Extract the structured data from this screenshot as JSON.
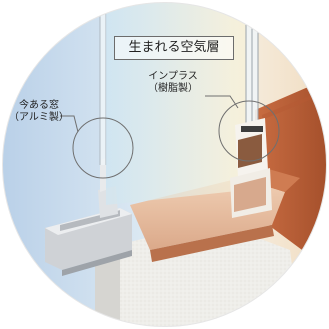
{
  "labels": {
    "air_layer": "生まれる空気層",
    "existing_window": {
      "line1": "今ある窓",
      "line2": "（アルミ製）"
    },
    "inner_window": {
      "line1": "インプラス",
      "line2": "（樹脂製）"
    }
  },
  "colors": {
    "sky_left": "#c8dcef",
    "sky_right": "#f3e3c8",
    "wall": "#efefec",
    "wood_top": "#e8c3a6",
    "wood_side": "#c0653a",
    "wood_dark": "#a34e2a",
    "aluminum": "#d9dcdf",
    "resin": "#f4f2ee"
  }
}
